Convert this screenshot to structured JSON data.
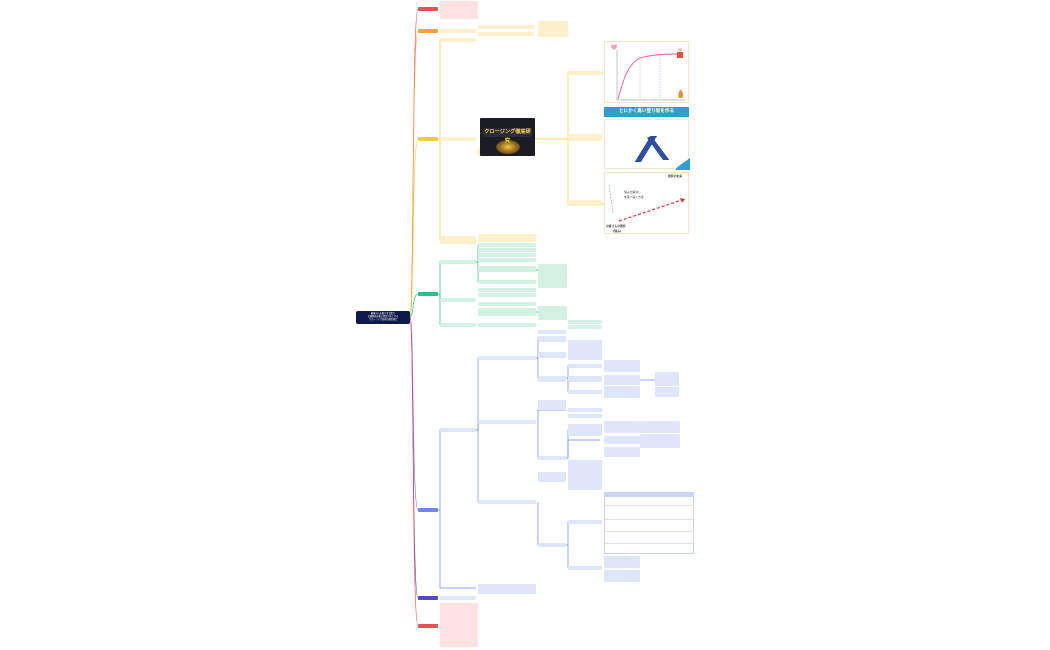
{
  "root": {
    "lines": [
      "顧客の心を動かす営業で",
      "信頼関係を築き提案力を上げる",
      "クロージング技術の徹底研究"
    ]
  },
  "branches": [
    {
      "id": "b1",
      "label": "",
      "color": "#e55353"
    },
    {
      "id": "b2",
      "label": "",
      "color": "#f0a24a"
    },
    {
      "id": "b3",
      "label": "",
      "color": "#f2cf3a"
    },
    {
      "id": "b4",
      "label": "",
      "color": "#2fbf85"
    },
    {
      "id": "b5",
      "label": "",
      "color": "#6f86e8"
    },
    {
      "id": "b6",
      "label": "",
      "color": "#5548c8"
    },
    {
      "id": "b7",
      "label": "",
      "color": "#e55353"
    }
  ],
  "images": {
    "thumbnail_title": "クロージング徹底研究",
    "banner_text": "とにかく高い登り坂を作る",
    "chart_heart_icon": "heart-icon",
    "chart_fire_icon": "fire-icon",
    "arrow_top_label": "現状の未来",
    "arrow_bottom_label_1": "お客さんの現状",
    "arrow_bottom_label_2": "(悩み)",
    "arrow_mid_label_1": "悩みを解決し",
    "arrow_mid_label_2": "未来へ導く方法"
  },
  "colors": {
    "pink": "#fde2e2",
    "yellow": "#fdf1cc",
    "green": "#d4f2e4",
    "blue": "#dfe5fb",
    "root": "#0e1a4a",
    "banner": "#2f9fd0"
  }
}
